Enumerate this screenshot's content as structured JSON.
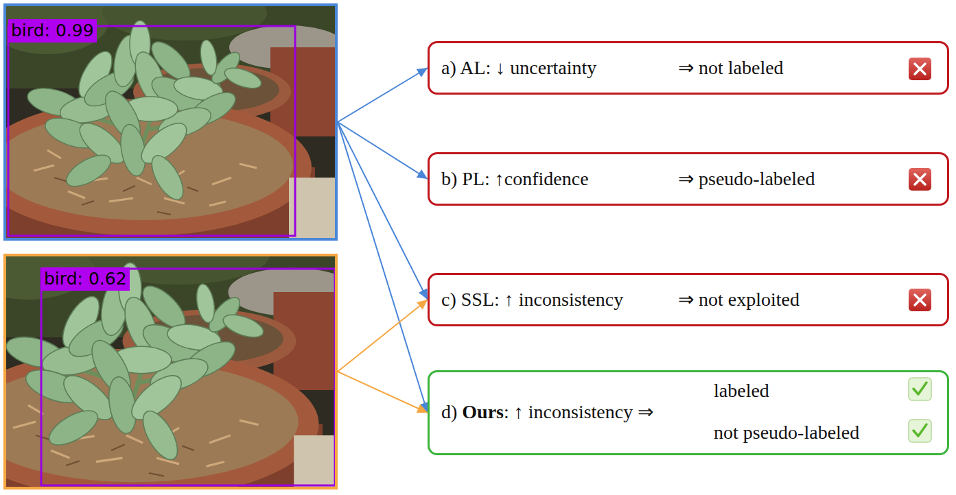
{
  "diagram": {
    "nodes": [
      {
        "text": [
          "bird: 0.99"
        ]
      },
      {
        "text": [
          "bird: 0.62"
        ]
      },
      {
        "text": [
          "a) AL: ↓ uncertainty",
          "⇒ not labeled"
        ]
      },
      {
        "text": [
          "b) PL: ↑confidence",
          "⇒ pseudo-labeled"
        ]
      },
      {
        "text": [
          "c) SSL: ↑ inconsistency",
          "⇒ not exploited"
        ]
      },
      {
        "text": [
          "d)",
          "Ours",
          ": ↑ inconsistency ⇒",
          "labeled",
          "not pseudo-labeled"
        ]
      }
    ],
    "edges": [
      {
        "from": 0,
        "to": 2,
        "arrow": "to"
      },
      {
        "from": 0,
        "to": 3,
        "arrow": "to"
      },
      {
        "from": 0,
        "to": 4,
        "arrow": "to"
      },
      {
        "from": 0,
        "to": 5,
        "arrow": "to"
      },
      {
        "from": 1,
        "to": 4,
        "arrow": "to"
      },
      {
        "from": 1,
        "to": 5,
        "arrow": "to"
      }
    ]
  }
}
